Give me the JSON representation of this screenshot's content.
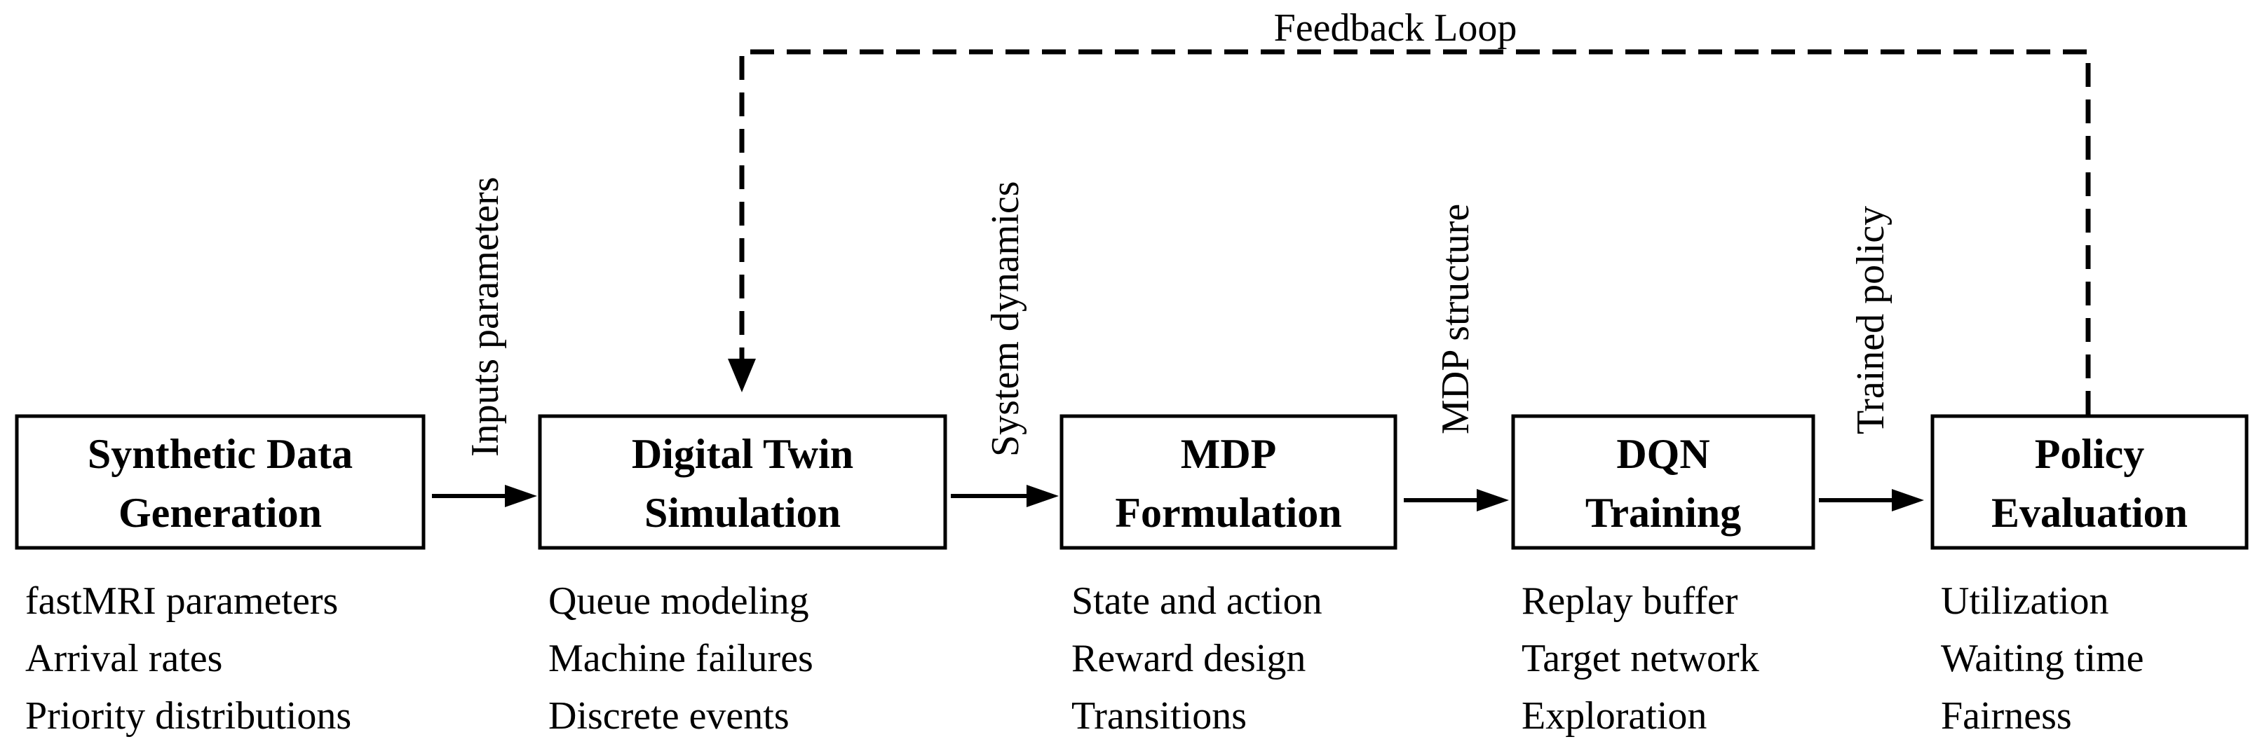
{
  "diagram": {
    "stages": [
      {
        "title_line1": "Synthetic Data",
        "title_line2": "Generation",
        "details": [
          "fastMRI parameters",
          "Arrival rates",
          "Priority distributions"
        ]
      },
      {
        "title_line1": "Digital Twin",
        "title_line2": "Simulation",
        "details": [
          "Queue modeling",
          "Machine failures",
          "Discrete events"
        ]
      },
      {
        "title_line1": "MDP",
        "title_line2": "Formulation",
        "details": [
          "State and action",
          "Reward design",
          "Transitions"
        ]
      },
      {
        "title_line1": "DQN",
        "title_line2": "Training",
        "details": [
          "Replay buffer",
          "Target network",
          "Exploration"
        ]
      },
      {
        "title_line1": "Policy",
        "title_line2": "Evaluation",
        "details": [
          "Utilization",
          "Waiting time",
          "Fairness"
        ]
      }
    ],
    "connectors": [
      {
        "label": "Inputs parameters"
      },
      {
        "label": "System dynamics"
      },
      {
        "label": "MDP structure"
      },
      {
        "label": "Trained policy"
      }
    ],
    "feedback_loop": {
      "label": "Feedback Loop",
      "line_style": "dashed"
    }
  }
}
